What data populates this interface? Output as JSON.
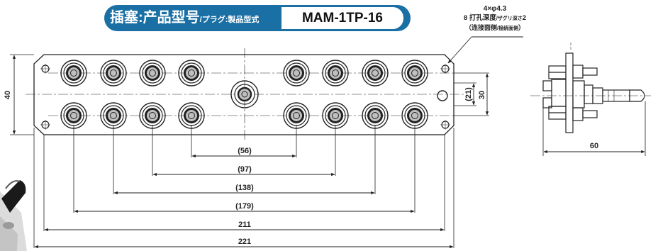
{
  "title": {
    "label_main": "插塞:产品型号",
    "label_sub": "/プラグ:製品型式",
    "model": "MAM-1TP-16"
  },
  "hole_note": {
    "line1": "4×φ4.3",
    "line2_main": "8 打孔深度",
    "line2_small": "/ザグリ深さ",
    "line2_end": "2",
    "line3_main": "（连接面侧",
    "line3_small": "/接続面側",
    "line3_end": "）"
  },
  "front_view": {
    "connector_count": 16,
    "dimensions": {
      "height": "40",
      "pitch_vertical": "(21)",
      "inner_height": "30",
      "spans": [
        "(56)",
        "(97)",
        "(138)",
        "(179)",
        "211",
        "221"
      ]
    }
  },
  "side_view": {
    "depth": "60"
  },
  "colors": {
    "banner": "#1a6fa5",
    "line": "#222222",
    "connector_fill": "#bfbfbf"
  }
}
